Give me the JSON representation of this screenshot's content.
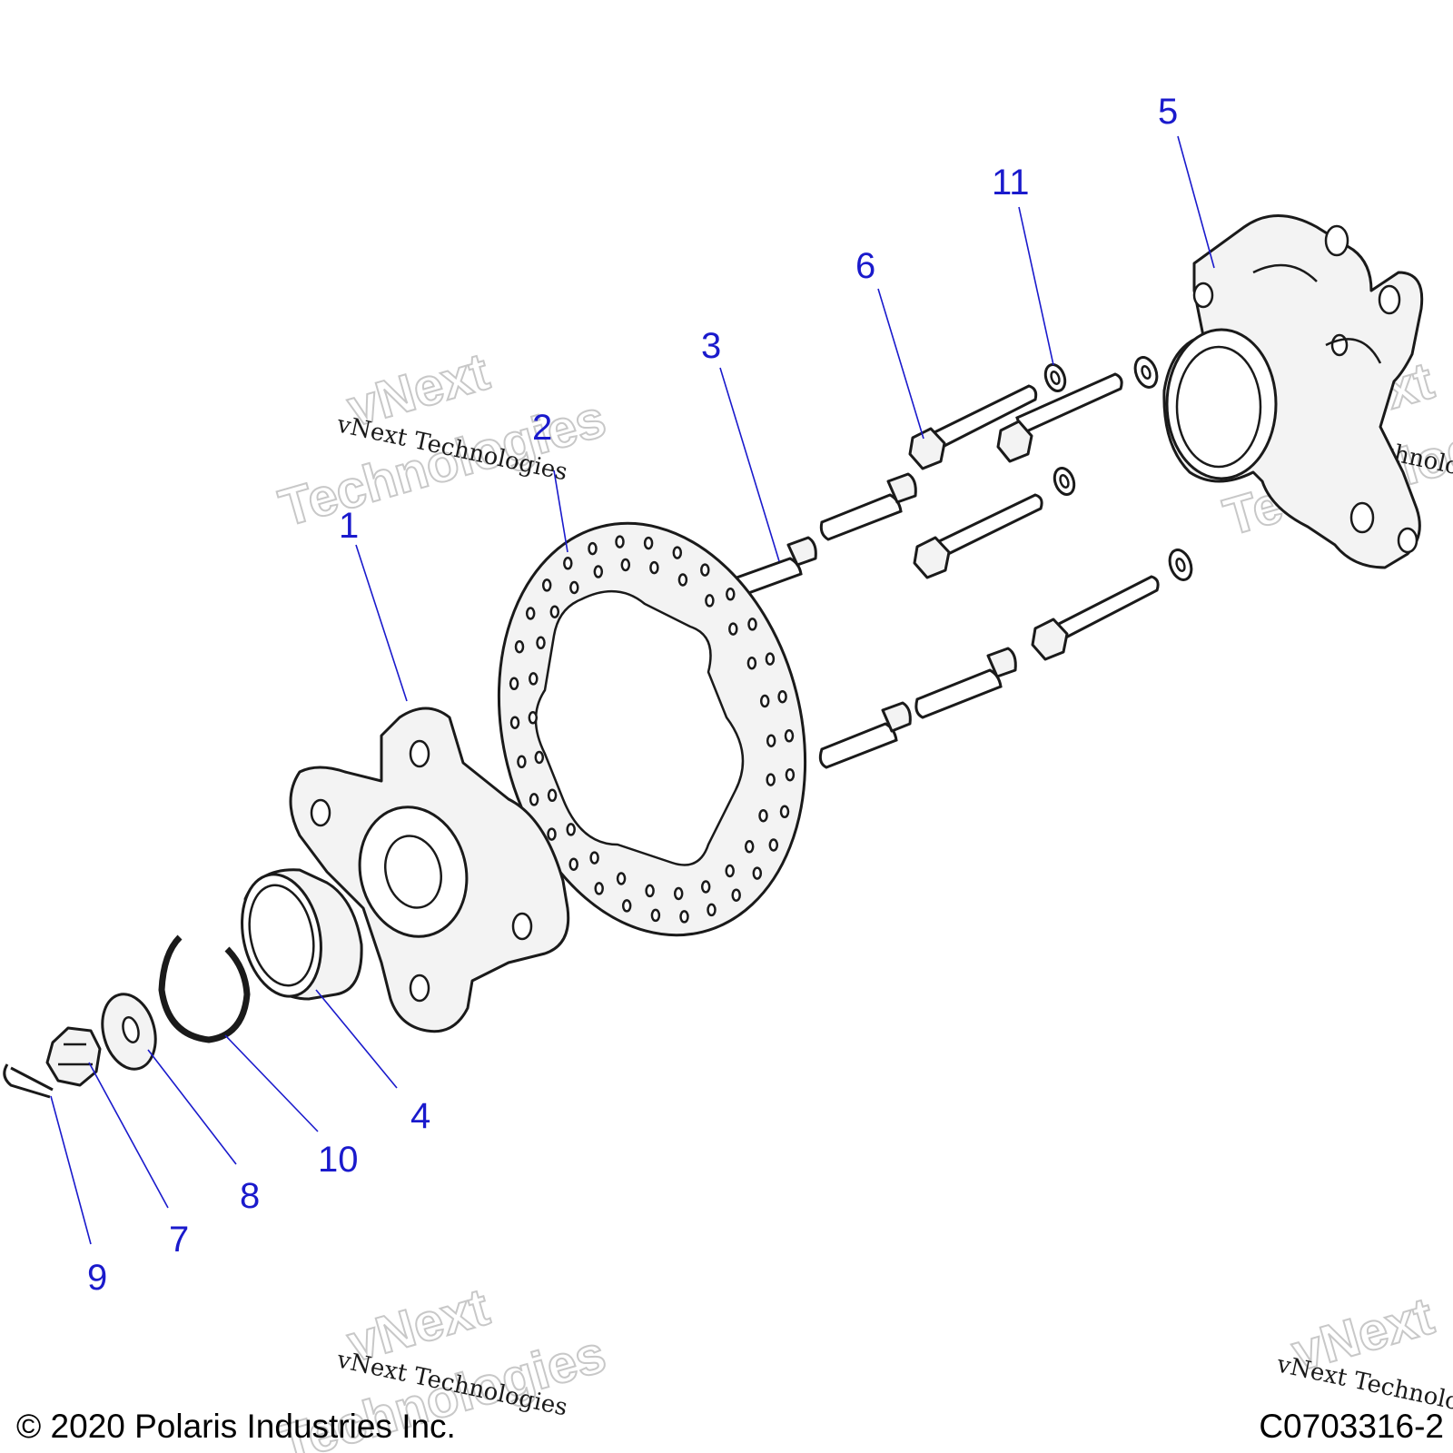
{
  "callouts": [
    {
      "id": "1",
      "label": "1"
    },
    {
      "id": "2",
      "label": "2"
    },
    {
      "id": "3",
      "label": "3"
    },
    {
      "id": "4",
      "label": "4"
    },
    {
      "id": "5",
      "label": "5"
    },
    {
      "id": "6",
      "label": "6"
    },
    {
      "id": "7",
      "label": "7"
    },
    {
      "id": "8",
      "label": "8"
    },
    {
      "id": "9",
      "label": "9"
    },
    {
      "id": "10",
      "label": "10"
    },
    {
      "id": "11",
      "label": "11"
    }
  ],
  "watermark": {
    "small": "vNext Technologies",
    "line1": "vNext",
    "line2": "Technologies"
  },
  "footer": {
    "copyright": "© 2020 Polaris Industries Inc.",
    "drawing_id": "C0703316-2"
  },
  "colors": {
    "callout": "#1a1acc",
    "line_art": "#1a1a1a"
  }
}
